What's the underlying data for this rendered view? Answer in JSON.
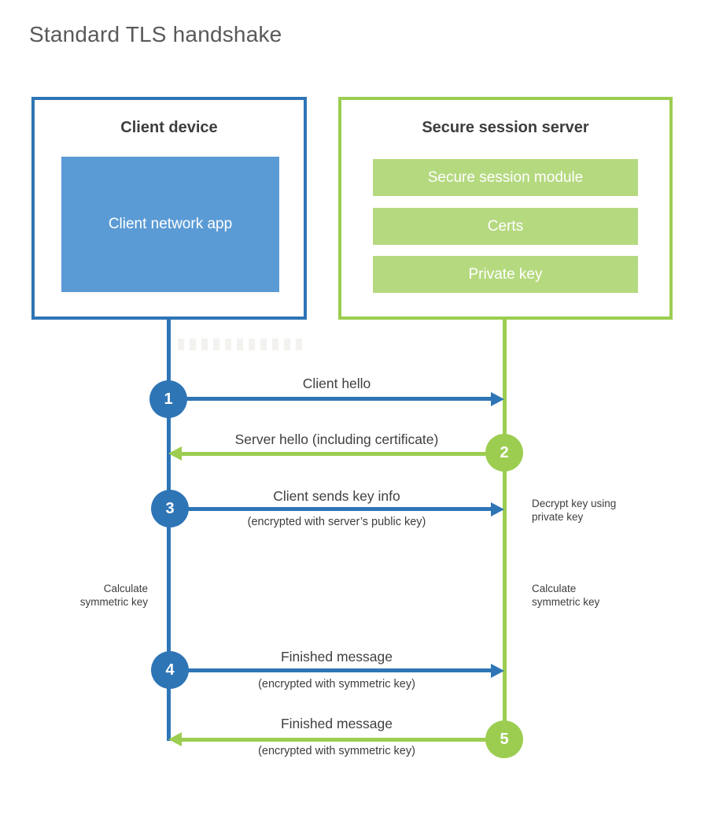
{
  "title": "Standard TLS handshake",
  "colors": {
    "blue": "#2e75b6",
    "blue_fill": "#5b9bd5",
    "green": "#9ccd50",
    "green_fill": "#b5d97f",
    "text_dark": "#404040",
    "title_gray": "#595959"
  },
  "client": {
    "title": "Client device",
    "app_label": "Client network app"
  },
  "server": {
    "title": "Secure session server",
    "modules": [
      "Secure session module",
      "Certs",
      "Private key"
    ]
  },
  "arrows": [
    {
      "number": "1",
      "label": "Client hello",
      "sublabel": "",
      "direction": "right",
      "color": "blue"
    },
    {
      "number": "2",
      "label": "Server hello (including certificate)",
      "sublabel": "",
      "direction": "left",
      "color": "green"
    },
    {
      "number": "3",
      "label": "Client sends key info",
      "sublabel": "(encrypted with server’s public key)",
      "direction": "right",
      "color": "blue"
    },
    {
      "number": "4",
      "label": "Finished message",
      "sublabel": "(encrypted with symmetric key)",
      "direction": "right",
      "color": "blue"
    },
    {
      "number": "5",
      "label": "Finished message",
      "sublabel": "(encrypted with symmetric key)",
      "direction": "left",
      "color": "green"
    }
  ],
  "notes": {
    "decrypt": "Decrypt key using\nprivate key",
    "calc_left": "Calculate\nsymmetric key",
    "calc_right": "Calculate\nsymmetric key"
  }
}
